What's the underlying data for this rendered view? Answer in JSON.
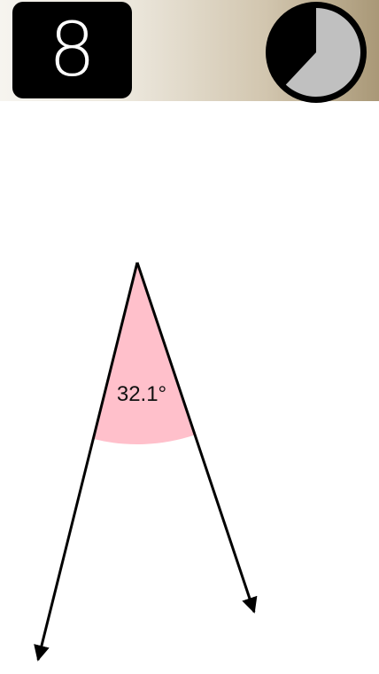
{
  "game": {
    "level": "8",
    "angle_label": "32.1°",
    "angle_degrees": 32.1,
    "timer_remaining_fraction": 0.62
  },
  "colors": {
    "badge_bg": "#000000",
    "badge_text": "#ffffff",
    "timer_ring": "#000000",
    "timer_fill": "#c0c0c0",
    "angle_fill": "#ffc0cb",
    "ray": "#000000"
  },
  "icons": {
    "timer": "pie-timer-icon",
    "ray_end": "arrowhead-icon"
  }
}
